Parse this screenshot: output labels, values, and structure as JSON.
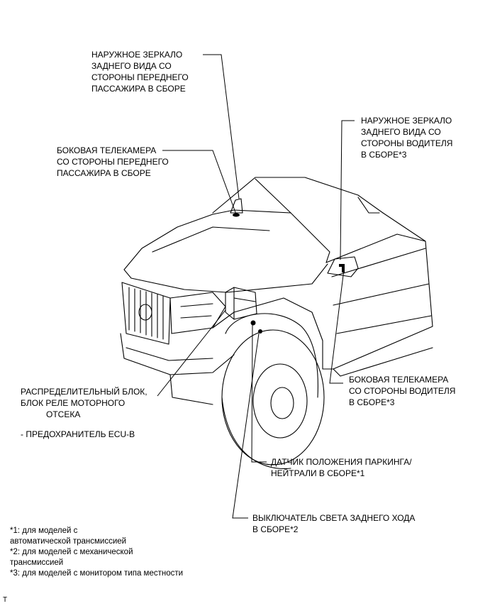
{
  "labels": {
    "passenger_mirror": [
      "НАРУЖНОЕ ЗЕРКАЛО",
      "ЗАДНЕГО ВИДА СО",
      "СТОРОНЫ ПЕРЕДНЕГО",
      "ПАССАЖИРА В СБОРЕ"
    ],
    "passenger_camera": [
      "БОКОВАЯ ТЕЛЕКАМЕРА",
      "СО СТОРОНЫ ПЕРЕДНЕГО",
      "ПАССАЖИРА В СБОРЕ"
    ],
    "driver_mirror": [
      "НАРУЖНОЕ ЗЕРКАЛО",
      "ЗАДНЕГО ВИДА СО",
      "СТОРОНЫ ВОДИТЕЛЯ",
      "В СБОРЕ*3"
    ],
    "driver_camera": [
      "БОКОВАЯ ТЕЛЕКАМЕРА",
      "СО СТОРОНЫ ВОДИТЕЛЯ",
      "В СБОРЕ*3"
    ],
    "relay_block": [
      "РАСПРЕДЕЛИТЕЛЬНЫЙ БЛОК,",
      "БЛОК РЕЛЕ МОТОРНОГО",
      "ОТСЕКА"
    ],
    "fuse": "- ПРЕДОХРАНИТЕЛЬ ECU-B",
    "park_sensor": [
      "ДАТЧИК ПОЛОЖЕНИЯ ПАРКИНГА/",
      "НЕЙТРАЛИ В СБОРЕ*1"
    ],
    "reverse_switch": [
      "ВЫКЛЮЧАТЕЛЬ СВЕТА ЗАДНЕГО ХОДА",
      "В СБОРЕ*2"
    ]
  },
  "notes": [
    "*1: для моделей с",
    "автоматической трансмиссией",
    "*2: для моделей с механической",
    "трансмиссией",
    "*3: для моделей с монитором типа местности"
  ],
  "corner_mark": "T"
}
